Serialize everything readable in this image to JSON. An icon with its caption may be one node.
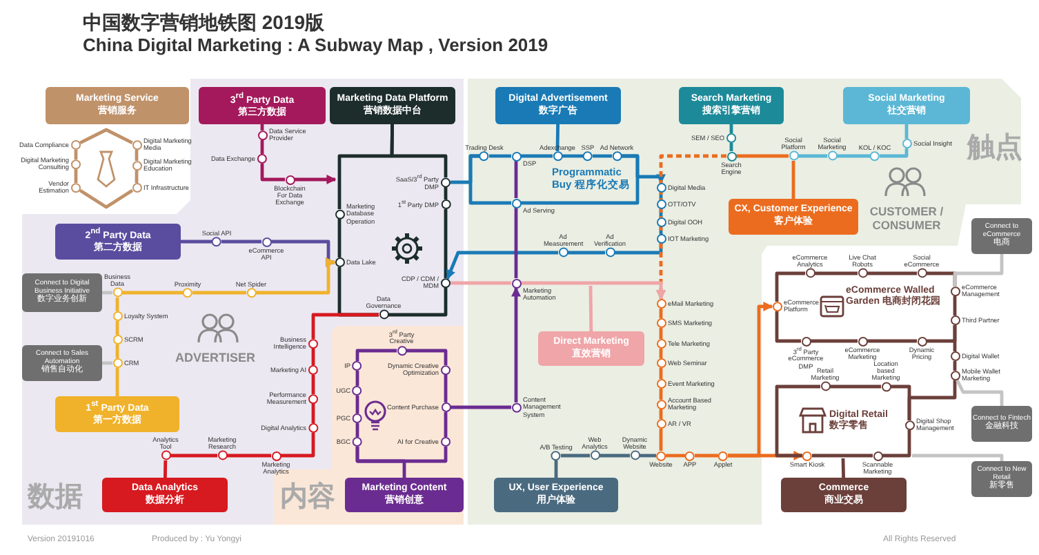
{
  "diagram": {
    "title": "中国数字营销地铁图 2019版",
    "nodes": [
      {
        "text": [
          "Marketing Service",
          "营销服务"
        ]
      },
      {
        "text": [
          "Data Compliance"
        ]
      },
      {
        "text": [
          "Digital Marketing Consulting"
        ]
      },
      {
        "text": [
          "Vendor Estimation"
        ]
      },
      {
        "text": [
          "Digital Marketing Media"
        ]
      },
      {
        "text": [
          "Digital Marketing Education"
        ]
      },
      {
        "text": [
          "IT Infrastructure"
        ]
      },
      {
        "text": [
          "3$^{rd}$ Party Data",
          "第三方数据"
        ]
      },
      {
        "text": [
          "Data Service Provider"
        ]
      },
      {
        "text": [
          "Data Exchange"
        ]
      },
      {
        "text": [
          "Blockchain For Data Exchange"
        ]
      },
      {
        "text": [
          "Marketing Data Platform",
          "营销数据中台"
        ]
      },
      {
        "text": [
          "SaaS/3$^{rd}$ Party DMP"
        ]
      },
      {
        "text": [
          "1$^{st}$ Party DMP"
        ]
      },
      {
        "text": [
          "CDP / CDM / MDM"
        ]
      },
      {
        "text": [
          "Data Governance"
        ]
      },
      {
        "text": [
          "Data Lake"
        ]
      },
      {
        "text": [
          "Marketing Database Operation"
        ]
      },
      {
        "text": [
          "Digital Advertisement",
          "数字广告"
        ]
      },
      {
        "text": [
          "Trading Desk"
        ]
      },
      {
        "text": [
          "DSP"
        ]
      },
      {
        "text": [
          "Adexchange"
        ]
      },
      {
        "text": [
          "SSP"
        ]
      },
      {
        "text": [
          "Ad Network"
        ]
      },
      {
        "text": [
          "Ad Serving"
        ]
      },
      {
        "text": [
          "Digital Media"
        ]
      },
      {
        "text": [
          "OTT/OTV"
        ]
      },
      {
        "text": [
          "Digital OOH"
        ]
      },
      {
        "text": [
          "IOT Marketing"
        ]
      },
      {
        "text": [
          "Ad Verification"
        ]
      },
      {
        "text": [
          "Ad Measurement"
        ]
      },
      {
        "text": [
          "Search Marketing",
          "搜索引擎营销"
        ]
      },
      {
        "text": [
          "SEM / SEO"
        ]
      },
      {
        "text": [
          "Search Engine"
        ]
      },
      {
        "text": [
          "Social Marketing",
          "社交营销"
        ]
      },
      {
        "text": [
          "Social Insight"
        ]
      },
      {
        "text": [
          "KOL / KOC"
        ]
      },
      {
        "text": [
          "Social Marketing"
        ]
      },
      {
        "text": [
          "Social Platform"
        ]
      },
      {
        "text": [
          "CX, Customer Experience",
          "客户体验"
        ]
      },
      {
        "text": [
          "2$^{nd}$ Party Data",
          "第二方数据"
        ]
      },
      {
        "text": [
          "Social API"
        ]
      },
      {
        "text": [
          "eCommerce API"
        ]
      },
      {
        "text": [
          "Connect to Digital Business Initiative",
          "数字业务创新"
        ]
      },
      {
        "text": [
          "Business Data"
        ]
      },
      {
        "text": [
          "Proximity"
        ]
      },
      {
        "text": [
          "Net Spider"
        ]
      },
      {
        "text": [
          "Loyalty System"
        ]
      },
      {
        "text": [
          "SCRM"
        ]
      },
      {
        "text": [
          "CRM"
        ]
      },
      {
        "text": [
          "Connect to Sales Automation",
          "销售自动化"
        ]
      },
      {
        "text": [
          "1$^{st}$ Party Data",
          "第一方数据"
        ]
      },
      {
        "text": [
          "Data Analytics",
          "数据分析"
        ]
      },
      {
        "text": [
          "Analytics Tool"
        ]
      },
      {
        "text": [
          "Marketing Research"
        ]
      },
      {
        "text": [
          "Marketing Analytics"
        ]
      },
      {
        "text": [
          "Digital Analytics"
        ]
      },
      {
        "text": [
          "Performance Measurement"
        ]
      },
      {
        "text": [
          "Marketing AI"
        ]
      },
      {
        "text": [
          "Business Intelligence"
        ]
      },
      {
        "text": [
          "Marketing Content",
          "营销创意"
        ]
      },
      {
        "text": [
          "3$^{rd}$ Party Creative"
        ]
      },
      {
        "text": [
          "Dynamic Creative Optimization"
        ]
      },
      {
        "text": [
          "Content Purchase"
        ]
      },
      {
        "text": [
          "AI for Creative"
        ]
      },
      {
        "text": [
          "IP"
        ]
      },
      {
        "text": [
          "UGC"
        ]
      },
      {
        "text": [
          "PGC"
        ]
      },
      {
        "text": [
          "BGC"
        ]
      },
      {
        "text": [
          "Content Management System"
        ]
      },
      {
        "text": [
          "Marketing Automation"
        ]
      },
      {
        "text": [
          "Direct Marketing",
          "直效营销"
        ]
      },
      {
        "text": [
          "UX, User Experience",
          "用户体验"
        ]
      },
      {
        "text": [
          "A/B Testing"
        ]
      },
      {
        "text": [
          "Web Analytics"
        ]
      },
      {
        "text": [
          "Dynamic Website"
        ]
      },
      {
        "text": [
          "eMail Marketing"
        ]
      },
      {
        "text": [
          "SMS Marketing"
        ]
      },
      {
        "text": [
          "Tele Marketing"
        ]
      },
      {
        "text": [
          "Web Seminar"
        ]
      },
      {
        "text": [
          "Event Marketing"
        ]
      },
      {
        "text": [
          "Account Based Marketing"
        ]
      },
      {
        "text": [
          "AR / VR"
        ]
      },
      {
        "text": [
          "Website"
        ]
      },
      {
        "text": [
          "APP"
        ]
      },
      {
        "text": [
          "Applet"
        ]
      },
      {
        "text": [
          "Connect to eCommerce",
          "电商"
        ]
      },
      {
        "text": [
          "eCommerce Analytics"
        ]
      },
      {
        "text": [
          "Live Chat Robots"
        ]
      },
      {
        "text": [
          "Social eCommerce"
        ]
      },
      {
        "text": [
          "eCommerce Management"
        ]
      },
      {
        "text": [
          "Third Partner"
        ]
      },
      {
        "text": [
          "Dynamic Pricing"
        ]
      },
      {
        "text": [
          "eCommerce Marketing"
        ]
      },
      {
        "text": [
          "3$^{rd}$ Party eCommerce DMP"
        ]
      },
      {
        "text": [
          "eCommerce Platform"
        ]
      },
      {
        "text": [
          "Digital Wallet"
        ]
      },
      {
        "text": [
          "Mobile Wallet Marketing"
        ]
      },
      {
        "text": [
          "Retail Marketing"
        ]
      },
      {
        "text": [
          "Location based Marketing"
        ]
      },
      {
        "text": [
          "Digital Shop Management"
        ]
      },
      {
        "text": [
          "Scannable Marketing"
        ]
      },
      {
        "text": [
          "Smart Kiosk"
        ]
      },
      {
        "text": [
          "Connect to Fintech",
          "金融科技"
        ]
      },
      {
        "text": [
          "Connect to New Retail",
          "新零售"
        ]
      },
      {
        "text": [
          "Commerce",
          "商业交易"
        ]
      }
    ],
    "edges": [
      {
        "from": 1,
        "to": 2,
        "arrow": "none",
        "color": "#c0926a"
      },
      {
        "from": 2,
        "to": 3,
        "arrow": "none",
        "color": "#c0926a"
      },
      {
        "from": 3,
        "to": 6,
        "arrow": "none",
        "color": "#c0926a"
      },
      {
        "from": 6,
        "to": 5,
        "arrow": "none",
        "color": "#c0926a"
      },
      {
        "from": 5,
        "to": 4,
        "arrow": "none",
        "color": "#c0926a"
      },
      {
        "from": 4,
        "to": 1,
        "arrow": "none",
        "color": "#c0926a"
      },
      {
        "from": 7,
        "to": 8,
        "arrow": "none",
        "color": "#a3195b"
      },
      {
        "from": 8,
        "to": 9,
        "arrow": "none",
        "color": "#a3195b"
      },
      {
        "from": 9,
        "to": 10,
        "arrow": "none",
        "color": "#a3195b"
      },
      {
        "from": 10,
        "to": null,
        "arrow": "to",
        "color": "#a3195b"
      },
      {
        "from": 11,
        "to": 12,
        "arrow": "none",
        "color": "#1d2d2c"
      },
      {
        "from": 12,
        "to": 13,
        "arrow": "none",
        "color": "#1d2d2c"
      },
      {
        "from": 13,
        "to": 14,
        "arrow": "none",
        "color": "#1d2d2c"
      },
      {
        "from": 14,
        "to": 15,
        "arrow": "none",
        "color": "#1d2d2c"
      },
      {
        "from": 15,
        "to": 16,
        "arrow": "none",
        "color": "#1d2d2c"
      },
      {
        "from": 16,
        "to": 17,
        "arrow": "none",
        "color": "#1d2d2c"
      },
      {
        "from": 17,
        "to": 11,
        "arrow": "none",
        "color": "#1d2d2c"
      },
      {
        "from": 18,
        "to": 21,
        "arrow": "none",
        "color": "#1a7ab5"
      },
      {
        "from": 12,
        "to": 19,
        "arrow": "none",
        "color": "#1a7ab5"
      },
      {
        "from": 19,
        "to": 20,
        "arrow": "none",
        "color": "#1a7ab5"
      },
      {
        "from": 20,
        "to": 21,
        "arrow": "none",
        "color": "#1a7ab5"
      },
      {
        "from": 21,
        "to": 22,
        "arrow": "none",
        "color": "#1a7ab5"
      },
      {
        "from": 22,
        "to": 23,
        "arrow": "none",
        "color": "#1a7ab5"
      },
      {
        "from": 23,
        "to": 24,
        "arrow": "none",
        "color": "#1a7ab5"
      },
      {
        "from": 24,
        "to": 19,
        "arrow": "none",
        "color": "#1a7ab5"
      },
      {
        "from": 23,
        "to": 25,
        "arrow": "to",
        "color": "#1a7ab5"
      },
      {
        "from": 25,
        "to": 26,
        "arrow": "none",
        "color": "#1a7ab5"
      },
      {
        "from": 26,
        "to": 27,
        "arrow": "none",
        "color": "#1a7ab5"
      },
      {
        "from": 27,
        "to": 28,
        "arrow": "none",
        "color": "#1a7ab5"
      },
      {
        "from": 28,
        "to": 29,
        "arrow": "none",
        "color": "#1a7ab5"
      },
      {
        "from": 29,
        "to": 30,
        "arrow": "none",
        "color": "#1a7ab5"
      },
      {
        "from": 30,
        "to": 14,
        "arrow": "to",
        "color": "#1a7ab5"
      },
      {
        "from": 31,
        "to": 32,
        "arrow": "none",
        "color": "#1c8a99"
      },
      {
        "from": 32,
        "to": 33,
        "arrow": "none",
        "color": "#1c8a99"
      },
      {
        "from": 34,
        "to": 35,
        "arrow": "none",
        "color": "#5bb7d5"
      },
      {
        "from": 35,
        "to": 36,
        "arrow": "none",
        "color": "#5bb7d5"
      },
      {
        "from": 36,
        "to": 37,
        "arrow": "none",
        "color": "#5bb7d5"
      },
      {
        "from": 37,
        "to": 38,
        "arrow": "none",
        "color": "#5bb7d5"
      },
      {
        "from": 39,
        "to": 38,
        "arrow": "none",
        "color": "#ec6c1f"
      },
      {
        "from": 38,
        "to": 33,
        "arrow": "none",
        "color": "#ec6c1f"
      },
      {
        "from": 33,
        "to": 76,
        "arrow": "to",
        "style": "dashed",
        "color": "#ec6c1f"
      },
      {
        "from": 76,
        "to": 77,
        "arrow": "none",
        "color": "#ec6c1f"
      },
      {
        "from": 77,
        "to": 78,
        "arrow": "none",
        "color": "#ec6c1f"
      },
      {
        "from": 78,
        "to": 79,
        "arrow": "none",
        "color": "#ec6c1f"
      },
      {
        "from": 79,
        "to": 80,
        "arrow": "none",
        "color": "#ec6c1f"
      },
      {
        "from": 80,
        "to": 81,
        "arrow": "none",
        "color": "#ec6c1f"
      },
      {
        "from": 81,
        "to": 82,
        "arrow": "none",
        "color": "#ec6c1f"
      },
      {
        "from": 82,
        "to": 83,
        "arrow": "none",
        "color": "#ec6c1f"
      },
      {
        "from": 83,
        "to": 84,
        "arrow": "none",
        "color": "#ec6c1f"
      },
      {
        "from": 84,
        "to": 85,
        "arrow": "none",
        "color": "#ec6c1f"
      },
      {
        "from": 85,
        "to": 95,
        "arrow": "to",
        "color": "#ec6c1f"
      },
      {
        "from": 85,
        "to": 102,
        "arrow": "to",
        "color": "#ec6c1f"
      },
      {
        "from": 40,
        "to": 41,
        "arrow": "none",
        "color": "#5a4d9f"
      },
      {
        "from": 41,
        "to": 42,
        "arrow": "none",
        "color": "#5a4d9f"
      },
      {
        "from": 42,
        "to": 16,
        "arrow": "to",
        "color": "#5a4d9f"
      },
      {
        "from": 51,
        "to": 49,
        "arrow": "none",
        "color": "#f0b22a"
      },
      {
        "from": 49,
        "to": 48,
        "arrow": "none",
        "color": "#f0b22a"
      },
      {
        "from": 48,
        "to": 47,
        "arrow": "none",
        "color": "#f0b22a"
      },
      {
        "from": 47,
        "to": 44,
        "arrow": "none",
        "color": "#f0b22a"
      },
      {
        "from": 44,
        "to": 45,
        "arrow": "none",
        "color": "#f0b22a"
      },
      {
        "from": 45,
        "to": 46,
        "arrow": "none",
        "color": "#f0b22a"
      },
      {
        "from": 46,
        "to": 16,
        "arrow": "to",
        "color": "#f0b22a"
      },
      {
        "from": 43,
        "to": 44,
        "arrow": "none",
        "color": "#c4c4c4"
      },
      {
        "from": 50,
        "to": 49,
        "arrow": "none",
        "color": "#c4c4c4"
      },
      {
        "from": 52,
        "to": 53,
        "arrow": "none",
        "color": "#d71920"
      },
      {
        "from": 53,
        "to": 54,
        "arrow": "none",
        "color": "#d71920"
      },
      {
        "from": 54,
        "to": 55,
        "arrow": "none",
        "color": "#d71920"
      },
      {
        "from": 55,
        "to": 56,
        "arrow": "none",
        "color": "#d71920"
      },
      {
        "from": 56,
        "to": 57,
        "arrow": "none",
        "color": "#d71920"
      },
      {
        "from": 57,
        "to": 58,
        "arrow": "none",
        "color": "#d71920"
      },
      {
        "from": 58,
        "to": 59,
        "arrow": "none",
        "color": "#d71920"
      },
      {
        "from": 59,
        "to": 15,
        "arrow": "none",
        "color": "#d71920"
      },
      {
        "from": 60,
        "to": 68,
        "arrow": "none",
        "color": "#6b2c91"
      },
      {
        "from": 61,
        "to": 62,
        "arrow": "none",
        "color": "#6b2c91"
      },
      {
        "from": 62,
        "to": 63,
        "arrow": "none",
        "color": "#6b2c91"
      },
      {
        "from": 63,
        "to": 64,
        "arrow": "none",
        "color": "#6b2c91"
      },
      {
        "from": 64,
        "to": 68,
        "arrow": "none",
        "color": "#6b2c91"
      },
      {
        "from": 68,
        "to": 67,
        "arrow": "none",
        "color": "#6b2c91"
      },
      {
        "from": 67,
        "to": 66,
        "arrow": "none",
        "color": "#6b2c91"
      },
      {
        "from": 66,
        "to": 65,
        "arrow": "none",
        "color": "#6b2c91"
      },
      {
        "from": 65,
        "to": 61,
        "arrow": "none",
        "color": "#6b2c91"
      },
      {
        "from": 63,
        "to": 69,
        "arrow": "none",
        "color": "#6b2c91"
      },
      {
        "from": 69,
        "to": 70,
        "arrow": "to",
        "color": "#6b2c91"
      },
      {
        "from": 70,
        "to": 24,
        "arrow": "none",
        "color": "#6b2c91"
      },
      {
        "from": 24,
        "to": 20,
        "arrow": "none",
        "color": "#6b2c91"
      },
      {
        "from": 14,
        "to": 70,
        "arrow": "none",
        "color": "#f0a5a8"
      },
      {
        "from": 70,
        "to": 76,
        "arrow": "to",
        "color": "#f0a5a8"
      },
      {
        "from": 71,
        "to": null,
        "arrow": "none",
        "color": "#f0a5a8"
      },
      {
        "from": 72,
        "to": 73,
        "arrow": "none",
        "color": "#4a6a80"
      },
      {
        "from": 73,
        "to": 74,
        "arrow": "none",
        "color": "#4a6a80"
      },
      {
        "from": 74,
        "to": 75,
        "arrow": "none",
        "color": "#4a6a80"
      },
      {
        "from": 75,
        "to": 83,
        "arrow": "none",
        "color": "#4a6a80"
      },
      {
        "from": 95,
        "to": 87,
        "arrow": "none",
        "color": "#6b3f3a"
      },
      {
        "from": 87,
        "to": 88,
        "arrow": "none",
        "color": "#6b3f3a"
      },
      {
        "from": 88,
        "to": 89,
        "arrow": "none",
        "color": "#6b3f3a"
      },
      {
        "from": 89,
        "to": 90,
        "arrow": "none",
        "color": "#6b3f3a"
      },
      {
        "from": 90,
        "to": 91,
        "arrow": "none",
        "color": "#6b3f3a"
      },
      {
        "from": 91,
        "to": 92,
        "arrow": "none",
        "color": "#6b3f3a"
      },
      {
        "from": 92,
        "to": 93,
        "arrow": "none",
        "color": "#6b3f3a"
      },
      {
        "from": 93,
        "to": 94,
        "arrow": "none",
        "color": "#6b3f3a"
      },
      {
        "from": 94,
        "to": 95,
        "arrow": "none",
        "color": "#6b3f3a"
      },
      {
        "from": 91,
        "to": 96,
        "arrow": "none",
        "color": "#6b3f3a"
      },
      {
        "from": 96,
        "to": 97,
        "arrow": "none",
        "color": "#6b3f3a"
      },
      {
        "from": 97,
        "to": 100,
        "arrow": "none",
        "color": "#6b3f3a"
      },
      {
        "from": 98,
        "to": 99,
        "arrow": "none",
        "color": "#6b3f3a"
      },
      {
        "from": 99,
        "to": 100,
        "arrow": "none",
        "color": "#6b3f3a"
      },
      {
        "from": 100,
        "to": 101,
        "arrow": "none",
        "color": "#6b3f3a"
      },
      {
        "from": 101,
        "to": 102,
        "arrow": "none",
        "color": "#6b3f3a"
      },
      {
        "from": 102,
        "to": 98,
        "arrow": "none",
        "color": "#6b3f3a"
      },
      {
        "from": 105,
        "to": null,
        "arrow": "none",
        "color": "#6b3f3a"
      },
      {
        "from": 86,
        "to": 90,
        "arrow": "none",
        "color": "#c4c4c4"
      },
      {
        "from": 97,
        "to": 103,
        "arrow": "none",
        "color": "#c4c4c4"
      },
      {
        "from": null,
        "to": 104,
        "arrow": "none",
        "color": "#c4c4c4"
      }
    ],
    "labels": [
      "China Digital Marketing : A Subway Map , Version 2019",
      "Programmatic Buy 程序化交易",
      "触点",
      "CUSTOMER / CONSUMER",
      "ADVERTISER",
      "eCommerce Walled Garden 电商封闭花园",
      "Digital Retail 数字零售",
      "数据",
      "内容",
      "Version 20191016",
      "Produced by : Yu Yongyi",
      "All Rights Reserved"
    ]
  }
}
